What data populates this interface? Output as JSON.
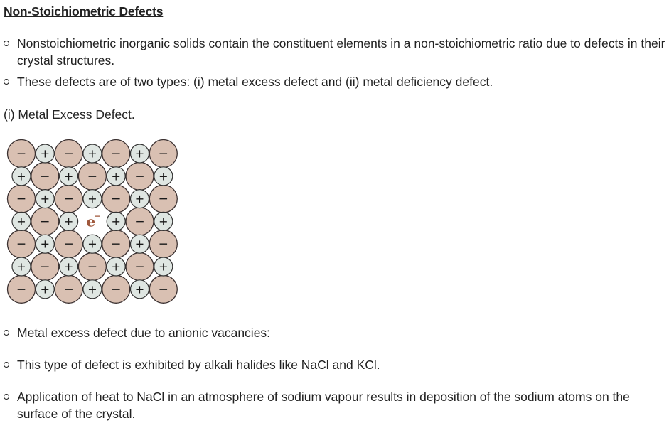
{
  "heading": "Non-Stoichiometric Defects",
  "intro_bullets": [
    "Nonstoichiometric inorganic solids contain the constituent elements in a non-stoichiometric ratio due to defects in their crystal structures.",
    "These defects are of two types: (i) metal excess defect and (ii) metal deficiency defect."
  ],
  "section_label": "(i) Metal Excess Defect.",
  "figure": {
    "anion_symbol": "−",
    "cation_symbol": "+",
    "electron_label": "e",
    "electron_charge": "−",
    "rows": 7,
    "columns": 7,
    "vacancy": {
      "row": 3,
      "col": 3
    },
    "colors": {
      "anion_fill": "#d9c0b2",
      "anion_stroke": "#3a3030",
      "cation_fill": "#dfe6e2",
      "cation_stroke": "#333333",
      "electron": "#a0583c"
    }
  },
  "detail_bullets": [
    "Metal excess defect due to anionic vacancies:",
    "This type of defect is exhibited by alkali halides like NaCl and KCl.",
    "Application of heat to NaCl in an atmosphere of sodium vapour results in deposition of the sodium atoms on the surface of the crystal."
  ]
}
